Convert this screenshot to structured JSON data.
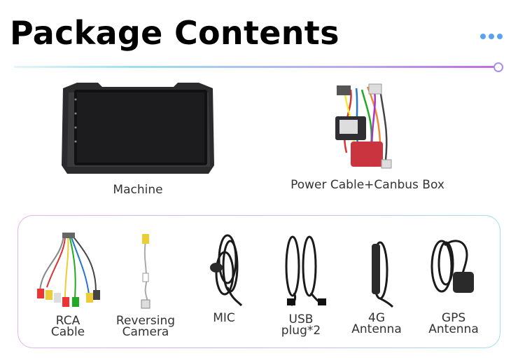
{
  "page": {
    "title": "Package Contents",
    "menu_icon": "more-dots-icon"
  },
  "top_items": [
    {
      "name": "machine",
      "label": "Machine"
    },
    {
      "name": "power-cable-canbus-box",
      "label": "Power Cable+Canbus Box"
    }
  ],
  "accessories": [
    {
      "name": "rca-cable",
      "line1": "RCA",
      "line2": "Cable"
    },
    {
      "name": "reversing-camera",
      "line1": "Reversing",
      "line2": "Camera"
    },
    {
      "name": "mic",
      "line1": "MIC",
      "line2": ""
    },
    {
      "name": "usb-plug",
      "line1": "USB",
      "line2": "plug*2"
    },
    {
      "name": "4g-antenna",
      "line1": "4G",
      "line2": "Antenna"
    },
    {
      "name": "gps-antenna",
      "line1": "GPS",
      "line2": "Antenna"
    }
  ],
  "colors": {
    "accent_dots": "#57a3f0",
    "rule_start": "#9ee0ef",
    "rule_end": "#c06bdf"
  }
}
